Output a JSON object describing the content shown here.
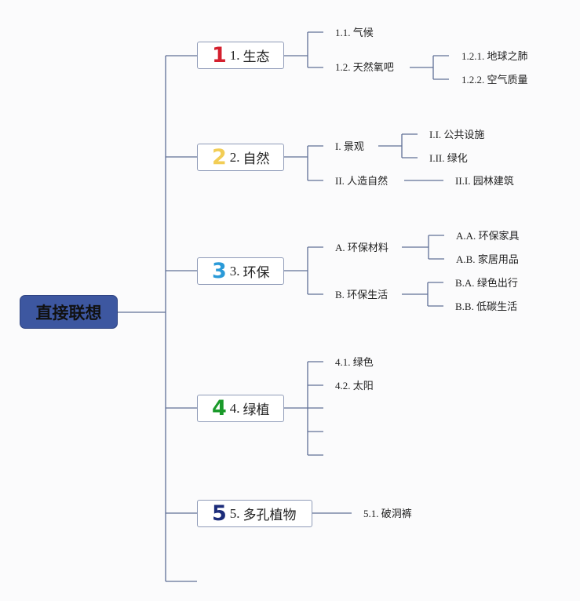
{
  "root": {
    "label": "直接联想"
  },
  "topics": [
    {
      "icon": "1",
      "icon_color": "#d4202e",
      "number": "1.",
      "label": "生态"
    },
    {
      "icon": "2",
      "icon_color": "#f2cd55",
      "number": "2.",
      "label": "自然"
    },
    {
      "icon": "3",
      "icon_color": "#2a9ad8",
      "number": "3.",
      "label": "环保"
    },
    {
      "icon": "4",
      "icon_color": "#1a9a2a",
      "number": "4.",
      "label": "绿植"
    },
    {
      "icon": "5",
      "icon_color": "#1c2c7a",
      "number": "5.",
      "label": "多孔植物"
    }
  ],
  "subtopics": [
    {
      "number": "1.1.",
      "label": "气候"
    },
    {
      "number": "1.2.",
      "label": "天然氧吧"
    },
    {
      "number": "1.2.1.",
      "label": "地球之肺"
    },
    {
      "number": "1.2.2.",
      "label": "空气质量"
    },
    {
      "number": "I.",
      "label": "景观"
    },
    {
      "number": "I.I.",
      "label": "公共设施"
    },
    {
      "number": "I.II.",
      "label": "绿化"
    },
    {
      "number": "II.",
      "label": "人造自然"
    },
    {
      "number": "II.I.",
      "label": "园林建筑"
    },
    {
      "number": "A.",
      "label": "环保材料"
    },
    {
      "number": "A.A.",
      "label": "环保家具"
    },
    {
      "number": "A.B.",
      "label": "家居用品"
    },
    {
      "number": "B.",
      "label": "环保生活"
    },
    {
      "number": "B.A.",
      "label": "绿色出行"
    },
    {
      "number": "B.B.",
      "label": "低碳生活"
    },
    {
      "number": "4.1.",
      "label": "绿色"
    },
    {
      "number": "4.2.",
      "label": "太阳"
    },
    {
      "number": "5.1.",
      "label": "破洞裤"
    }
  ],
  "colors": {
    "line": "#5f6f96",
    "root_fill": "#3d57a0"
  }
}
